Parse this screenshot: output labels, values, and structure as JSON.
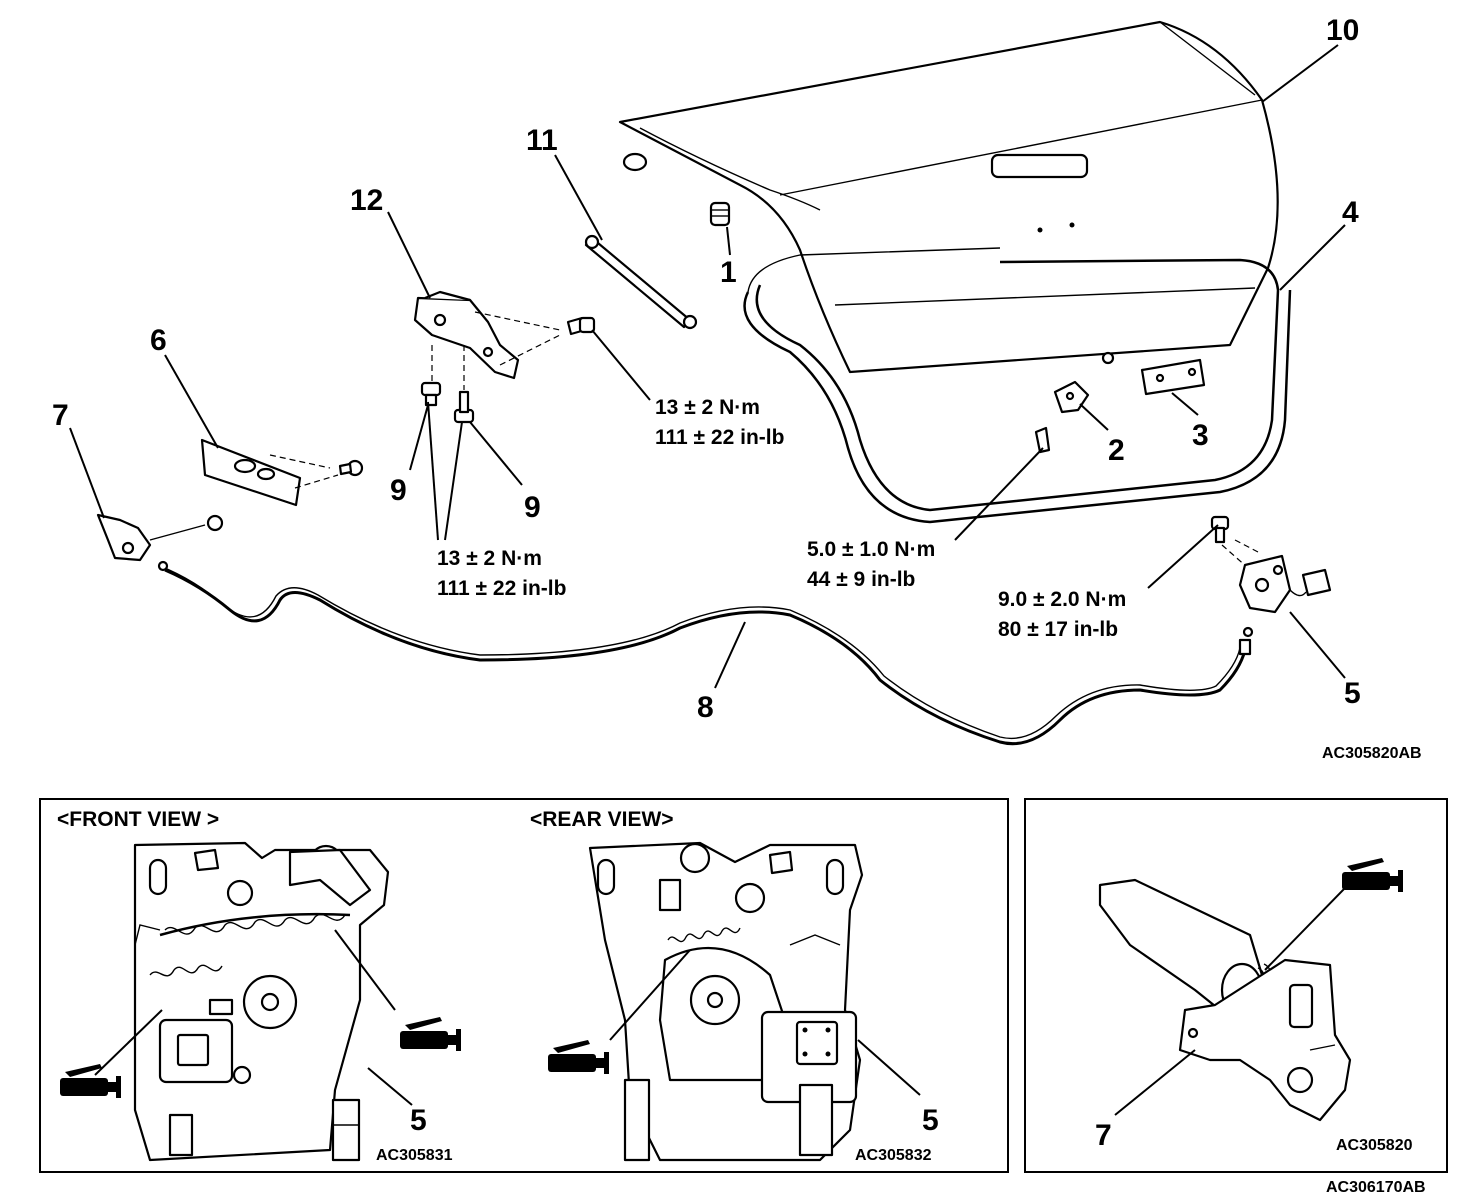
{
  "callouts": {
    "c1": "1",
    "c2": "2",
    "c3": "3",
    "c4": "4",
    "c5": "5",
    "c6": "6",
    "c7": "7",
    "c8": "8",
    "c9a": "9",
    "c9b": "9",
    "c10": "10",
    "c11": "11",
    "c12": "12",
    "c5_front": "5",
    "c5_rear": "5",
    "c7_detail": "7"
  },
  "torques": {
    "hinge_upper": {
      "nm": "13 ± 2 N·m",
      "inlb": "111 ± 22 in-lb"
    },
    "hinge_lower": {
      "nm": "13 ± 2 N·m",
      "inlb": "111 ± 22 in-lb"
    },
    "striker": {
      "nm": "5.0 ± 1.0 N·m",
      "inlb": "44 ± 9 in-lb"
    },
    "latch": {
      "nm": "9.0 ± 2.0 N·m",
      "inlb": "80 ± 17 in-lb"
    }
  },
  "views": {
    "front": "<FRONT VIEW >",
    "rear": "<REAR VIEW>"
  },
  "codes": {
    "main": "AC305820AB",
    "front": "AC305831",
    "rear": "AC305832",
    "detail": "AC305820",
    "footer": "AC306170AB"
  },
  "icons": {
    "grease": "grease-gun-icon"
  }
}
